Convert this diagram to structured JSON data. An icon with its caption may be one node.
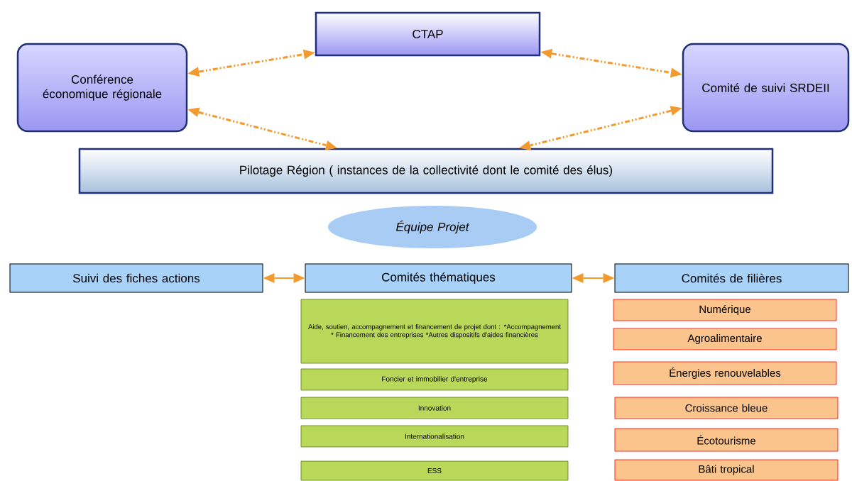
{
  "diagram": {
    "nodes": [
      {
        "text": [
          "CTAP"
        ]
      },
      {
        "text": [
          "Conférence économique régionale"
        ]
      },
      {
        "text": [
          "Comité de suivi SRDEII"
        ]
      },
      {
        "text": [
          "Pilotage Région ( instances de la collectivité dont le comité des élus)"
        ]
      },
      {
        "text": [
          "Équipe Projet"
        ]
      },
      {
        "text": [
          "Suivi des fiches actions"
        ]
      },
      {
        "text": [
          "Comités thématiques"
        ]
      },
      {
        "text": [
          "Comités de filières"
        ]
      },
      {
        "text": [
          "Aide, soutien, accompagnement et financement de projet dont : *Accompagnement * Financement des entreprises *Autres dispositifs d'aides financières"
        ]
      },
      {
        "text": [
          "Foncier et immobilier d'entreprise"
        ]
      },
      {
        "text": [
          "Innovation"
        ]
      },
      {
        "text": [
          "Internationalisation"
        ]
      },
      {
        "text": [
          "ESS"
        ]
      },
      {
        "text": [
          "Numérique"
        ]
      },
      {
        "text": [
          "Agroalimentaire"
        ]
      },
      {
        "text": [
          "Énergies renouvelables"
        ]
      },
      {
        "text": [
          "Croissance bleue"
        ]
      },
      {
        "text": [
          "Écotourisme"
        ]
      },
      {
        "text": [
          "Bâti tropical"
        ]
      }
    ],
    "edges": [
      {
        "from": 1,
        "to": 0,
        "arrow": "both",
        "style": "dashed"
      },
      {
        "from": 0,
        "to": 2,
        "arrow": "both",
        "style": "dashed"
      },
      {
        "from": 1,
        "to": 3,
        "arrow": "both",
        "style": "dashed"
      },
      {
        "from": 2,
        "to": 3,
        "arrow": "both",
        "style": "dashed"
      },
      {
        "from": 5,
        "to": 6,
        "arrow": "both"
      },
      {
        "from": 6,
        "to": 7,
        "arrow": "both"
      }
    ]
  }
}
